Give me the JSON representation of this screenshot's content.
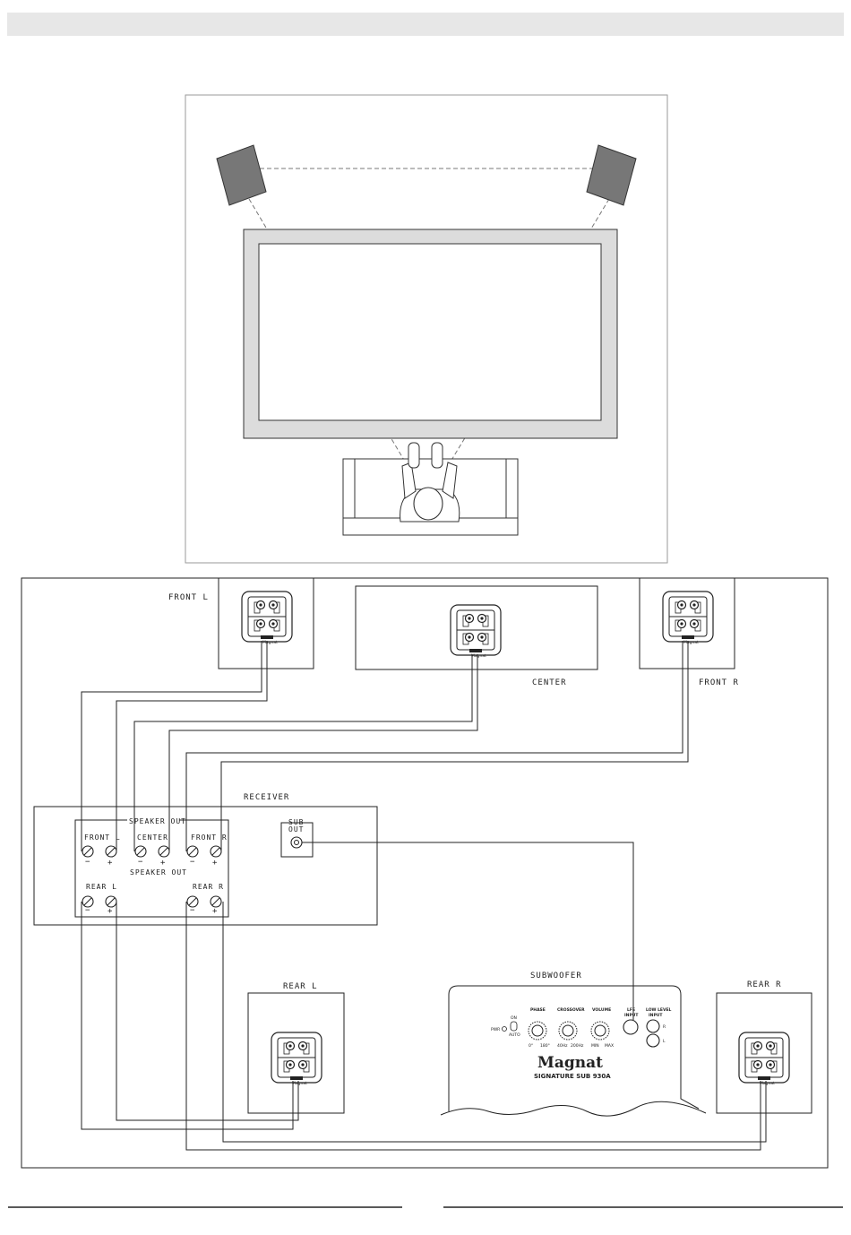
{
  "labels": {
    "front_l": "FRONT  L",
    "center": "CENTER",
    "front_r": "FRONT  R",
    "receiver": "RECEIVER",
    "speaker_out": "SPEAKER OUT",
    "rec_front_l": "FRONT  L",
    "rec_center": "CENTER",
    "rec_front_r": "FRONT  R",
    "rec_rear_l": "REAR  L",
    "rec_rear_r": "REAR  R",
    "sub_out_1": "SUB",
    "sub_out_2": "OUT",
    "subwoofer": "SUBWOOFER",
    "rear_l": "REAR  L",
    "rear_r": "REAR  R",
    "minus": "−",
    "plus": "+"
  },
  "subwoofer_panel": {
    "brand": "Magnat",
    "model": "SIGNATURE SUB 930A",
    "phase": "PHASE",
    "crossover": "CROSSOVER",
    "volume": "VOLUME",
    "lfe_1": "LFE",
    "lfe_2": "INPUT",
    "low_1": "LOW LEVEL",
    "low_2": "INPUT",
    "pwr": "PWR",
    "on": "ON",
    "auto": "AUTO",
    "phase_min": "0°",
    "phase_max": "180°",
    "xo_min": "40Hz",
    "xo_max": "200Hz",
    "vol_min": "MIN",
    "vol_max": "MAX",
    "in_r": "R",
    "in_l": "L"
  },
  "terminal_brand": "Magnat"
}
